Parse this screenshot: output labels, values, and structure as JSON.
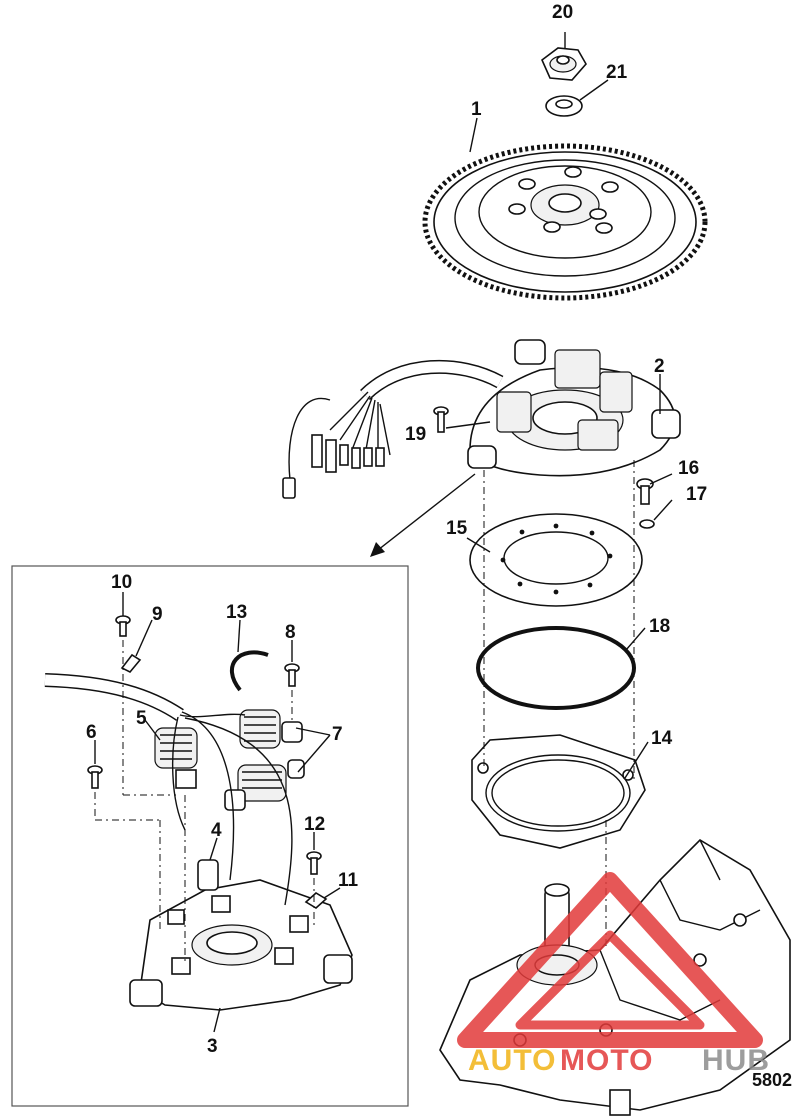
{
  "figure_number": "5802",
  "callouts": {
    "c1": "1",
    "c2": "2",
    "c3": "3",
    "c4": "4",
    "c5": "5",
    "c6": "6",
    "c7": "7",
    "c8": "8",
    "c9": "9",
    "c10": "10",
    "c11": "11",
    "c12": "12",
    "c13": "13",
    "c14": "14",
    "c15": "15",
    "c16": "16",
    "c17": "17",
    "c18": "18",
    "c19": "19",
    "c20": "20",
    "c21": "21"
  },
  "watermark": {
    "part1": "AUTO",
    "part2": "MOTO",
    "part3": "HUB",
    "color_gold": "#f2b316",
    "color_red": "#e23a3a",
    "color_gray": "#8c8c8c"
  }
}
